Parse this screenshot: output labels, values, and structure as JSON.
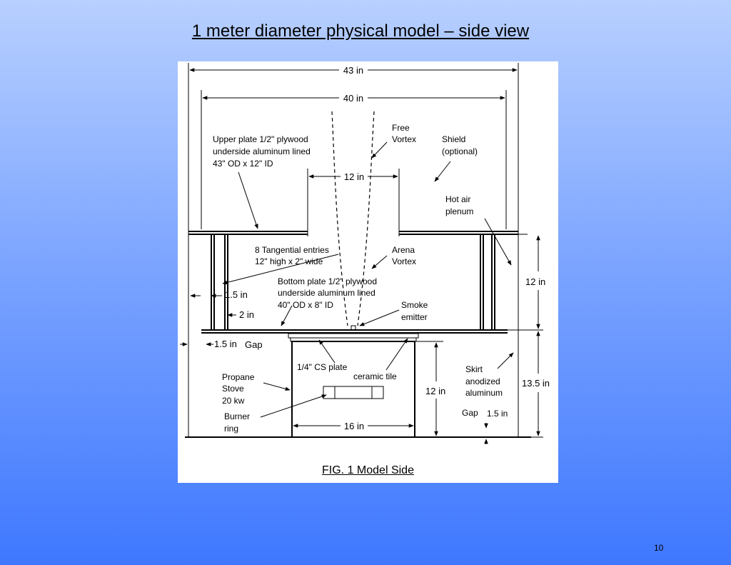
{
  "slide": {
    "title": "1 meter diameter physical model – side view",
    "page_number": "10"
  },
  "figure": {
    "caption": "FIG. 1  Model Side",
    "dimensions": {
      "outer_width": "43 in",
      "inner_width": "40 in",
      "opening_width": "12 in",
      "plenum_height": "12 in",
      "skirt_height": "13.5 in",
      "stove_height": "12 in",
      "stove_width": "16 in",
      "wall_spacing": "1.5 in",
      "post_width": "2 in",
      "gap_left": "1.5 in",
      "gap_left_word": "Gap",
      "gap_right_word": "Gap",
      "gap_right": "1.5 in"
    },
    "labels": {
      "upper_plate": [
        "Upper plate 1/2\" plywood",
        "underside aluminum lined",
        "43\" OD x 12\" ID"
      ],
      "free_vortex": [
        "Free",
        "Vortex"
      ],
      "shield": [
        "Shield",
        "(optional)"
      ],
      "hot_air_plenum": [
        "Hot air",
        "plenum"
      ],
      "tangential_entries": [
        "8 Tangential entries",
        "12\" high x 2\" wide"
      ],
      "arena_vortex": [
        "Arena",
        "Vortex"
      ],
      "bottom_plate": [
        "Bottom plate 1/2\" plywood",
        "underside aluminum lined",
        "40\" OD x 8\" ID"
      ],
      "smoke_emitter": [
        "Smoke",
        "emitter"
      ],
      "cs_plate": "1/4\" CS plate",
      "ceramic_tile": "ceramic tile",
      "propane_stove": [
        "Propane",
        "Stove",
        "20 kw"
      ],
      "burner_ring": [
        "Burner",
        "ring"
      ],
      "skirt": [
        "Skirt",
        "anodized",
        "aluminum"
      ]
    }
  }
}
